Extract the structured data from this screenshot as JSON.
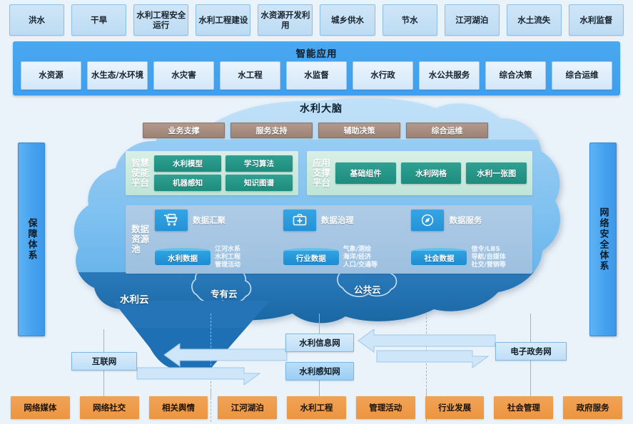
{
  "top_row": {
    "items": [
      {
        "label": "洪水"
      },
      {
        "label": "干旱"
      },
      {
        "label": "水利工程安全运行"
      },
      {
        "label": "水利工程建设"
      },
      {
        "label": "水资源开发利用"
      },
      {
        "label": "城乡供水"
      },
      {
        "label": "节水"
      },
      {
        "label": "江河湖泊"
      },
      {
        "label": "水土流失"
      },
      {
        "label": "水利监督"
      }
    ]
  },
  "smart_app": {
    "title": "智能应用",
    "items": [
      {
        "label": "水资源"
      },
      {
        "label": "水生态/水环境"
      },
      {
        "label": "水灾害"
      },
      {
        "label": "水工程"
      },
      {
        "label": "水监督"
      },
      {
        "label": "水行政"
      },
      {
        "label": "水公共服务"
      },
      {
        "label": "综合决策"
      },
      {
        "label": "综合运维"
      }
    ]
  },
  "brain": {
    "title": "水利大脑",
    "support_bar": [
      {
        "label": "业务支撑"
      },
      {
        "label": "服务支持"
      },
      {
        "label": "辅助决策"
      },
      {
        "label": "综合运维"
      }
    ],
    "enable_platform": {
      "label": "智慧\n使能\n平台",
      "label_lines": [
        "智慧",
        "使能",
        "平台"
      ],
      "items": [
        {
          "label": "水利模型"
        },
        {
          "label": "学习算法"
        },
        {
          "label": "机器感知"
        },
        {
          "label": "知识图谱"
        }
      ]
    },
    "app_support_platform": {
      "label_lines": [
        "应用",
        "支撑",
        "平台"
      ],
      "items": [
        {
          "label": "基础组件"
        },
        {
          "label": "水利网格"
        },
        {
          "label": "水利一张图"
        }
      ]
    },
    "data_pool": {
      "label_lines": [
        "数据",
        "资源",
        "池"
      ],
      "columns": [
        {
          "icon": "shopping-cart-icon",
          "top_label": "数据汇聚",
          "cylinder_label": "水利数据",
          "sub_lines": [
            "江河水系",
            "水利工程",
            "管理活动"
          ]
        },
        {
          "icon": "medical-kit-icon",
          "top_label": "数据治理",
          "cylinder_label": "行业数据",
          "sub_lines": [
            "气象/测绘",
            "海洋/经济",
            "人口/交通等"
          ]
        },
        {
          "icon": "compass-icon",
          "top_label": "数据服务",
          "cylinder_label": "社会数据",
          "sub_lines": [
            "信令/LBS",
            "导航/自媒体",
            "社交/营销等"
          ]
        }
      ]
    },
    "cloud_layer": {
      "main_label": "水利云",
      "private_cloud": "专有云",
      "public_cloud": "公共云"
    }
  },
  "side_bars": {
    "left": "保障体系",
    "right": "网络安全体系"
  },
  "network": {
    "internet": "互联网",
    "water_info_net": "水利信息网",
    "water_sensing_net": "水利感知网",
    "egov_net": "电子政务网"
  },
  "bottom_row": {
    "items": [
      {
        "label": "网络媒体"
      },
      {
        "label": "网络社交"
      },
      {
        "label": "相关舆情"
      },
      {
        "label": "江河湖泊"
      },
      {
        "label": "水利工程"
      },
      {
        "label": "管理活动"
      },
      {
        "label": "行业发展"
      },
      {
        "label": "社会管理"
      },
      {
        "label": "政府服务"
      }
    ]
  },
  "colors": {
    "background": "#eaf2fa",
    "smart_band": "#4aa8f0",
    "brain_light": "#a9d4f5",
    "brain_mid": "#6fb9ef",
    "brain_dark": "#1f6fb4",
    "support_brown": "#a88e80",
    "teal": "#25948a",
    "orange": "#ee9a4a",
    "pool_panel": "#a6c6e3"
  }
}
